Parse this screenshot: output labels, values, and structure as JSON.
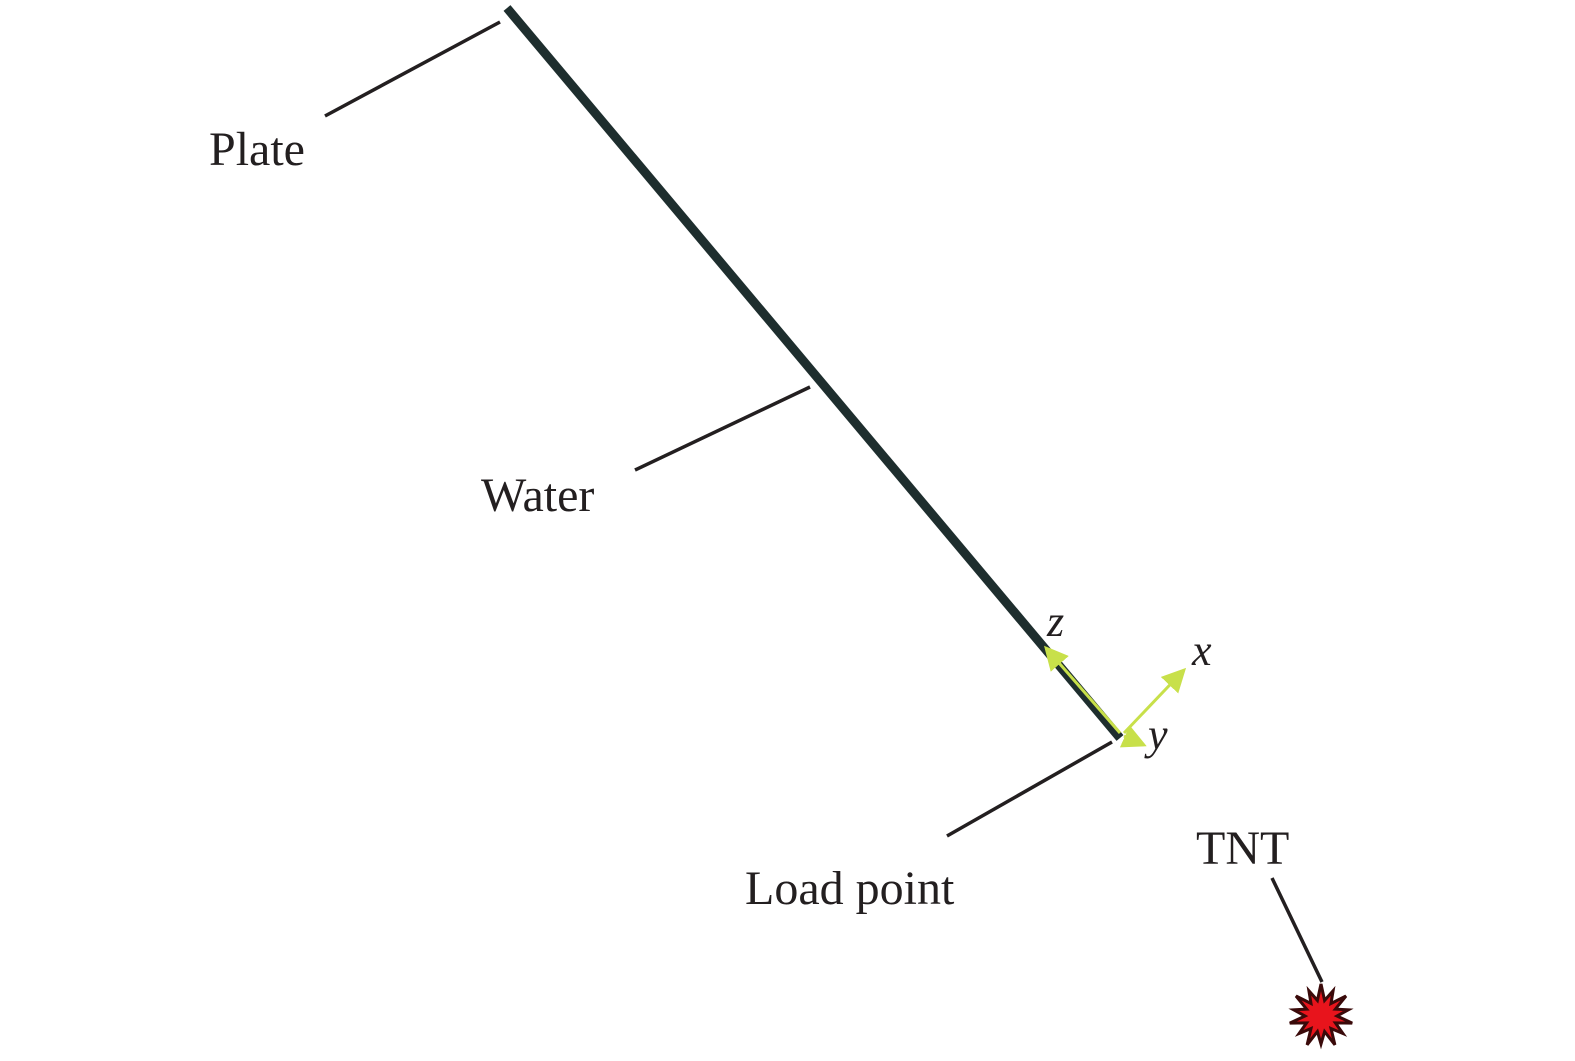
{
  "labels": {
    "plate": "Plate",
    "water": "Water",
    "load_point": "Load point",
    "tnt": "TNT"
  },
  "axes": {
    "x": "x",
    "y": "y",
    "z": "z"
  },
  "colors": {
    "plate": "#1e2e2e",
    "axis_arrow": "#c8e04a",
    "tnt": "#e8141c",
    "text": "#231f20"
  }
}
